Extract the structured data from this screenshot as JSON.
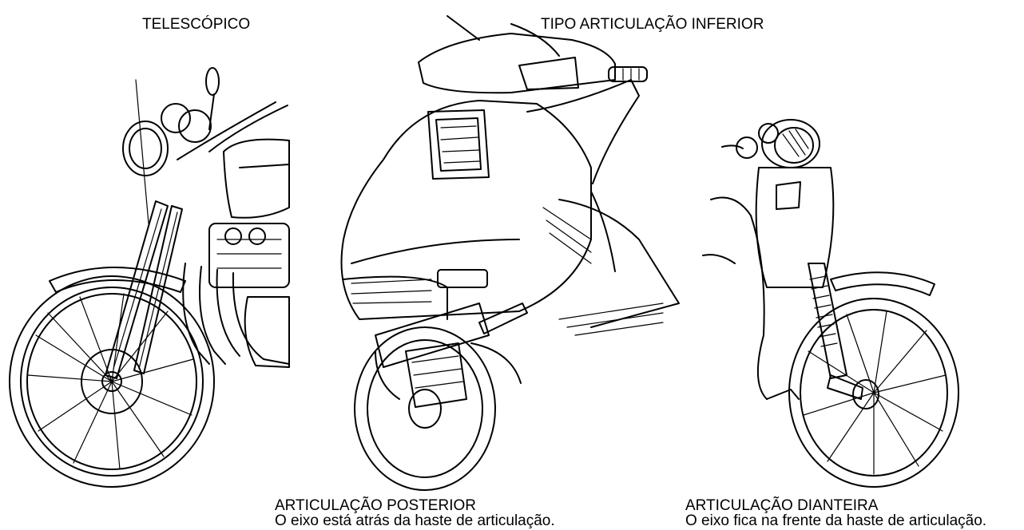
{
  "labels": {
    "telescopic": "TELESCÓPICO",
    "lower_link": "TIPO ARTICULAÇÃO INFERIOR"
  },
  "captions": {
    "rear_link": {
      "title": "ARTICULAÇÃO POSTERIOR",
      "description": "O eixo está atrás da haste de articulação."
    },
    "front_link": {
      "title": "ARTICULAÇÃO DIANTEIRA",
      "description": "O eixo fica na frente da haste de articulação."
    }
  },
  "colors": {
    "ink": "#000000",
    "background": "#ffffff"
  }
}
